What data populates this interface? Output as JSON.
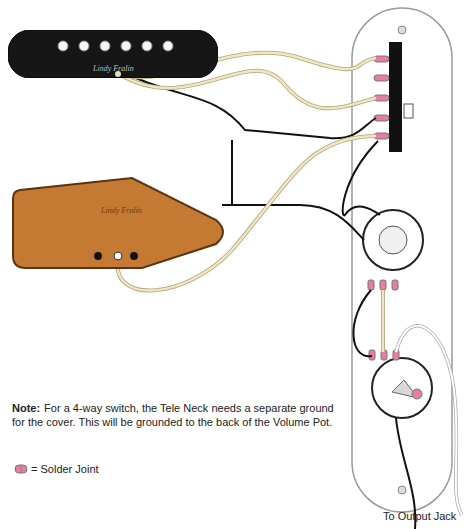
{
  "diagram": {
    "nodes": [
      {
        "text": [
          "Lindy Fralin"
        ]
      },
      {
        "text": [
          "Lindy Fralin"
        ]
      }
    ],
    "labels": [
      "Note:",
      "For a 4-way switch, the Tele Neck needs a separate ground for the cover. This will be grounded to the back of the Volume Pot.",
      "To Output Jack"
    ],
    "legend": [
      {
        "text": "= Solder Joint"
      }
    ]
  }
}
